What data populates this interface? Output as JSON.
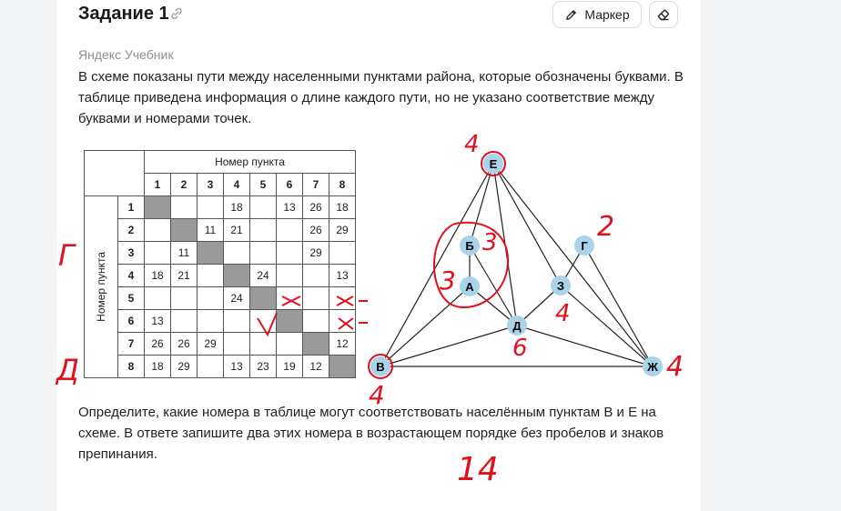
{
  "task": {
    "title": "Задание 1",
    "marker_label": "Маркер",
    "source": "Яндекс Учебник",
    "intro": "В схеме показаны пути между населенными пунктами района, которые обозначены буквами. В таблице приведена информация о длине каждого пути, но не указано соответствие между буквами и номерами точек.",
    "question": "Определите, какие номера в таблице могут соответствовать населённым пунктам В и Е на схеме. В ответе запишите два этих номера в возрастающем порядке без пробелов и знаков препинания."
  },
  "table": {
    "col_header": "Номер пункта",
    "row_header": "Номер пункта",
    "numbers": [
      "1",
      "2",
      "3",
      "4",
      "5",
      "6",
      "7",
      "8"
    ],
    "rows": [
      [
        "",
        "",
        "",
        "18",
        "",
        "13",
        "26",
        "18"
      ],
      [
        "",
        "",
        "11",
        "21",
        "",
        "",
        "26",
        "29"
      ],
      [
        "",
        "11",
        "",
        "",
        "",
        "",
        "29",
        ""
      ],
      [
        "18",
        "21",
        "",
        "",
        "24",
        "",
        "",
        "13"
      ],
      [
        "",
        "",
        "",
        "24",
        "",
        "",
        "",
        ""
      ],
      [
        "13",
        "",
        "",
        "",
        "",
        "",
        "",
        ""
      ],
      [
        "26",
        "26",
        "29",
        "",
        "",
        "",
        "",
        "12"
      ],
      [
        "18",
        "29",
        "",
        "13",
        "23",
        "19",
        "12",
        ""
      ]
    ]
  },
  "graph": {
    "node_color": "#a9d3e8",
    "nodes": [
      "Е",
      "Б",
      "А",
      "Г",
      "З",
      "Д",
      "В",
      "Ж"
    ]
  },
  "annotations": {
    "ink_color": "#e0101c",
    "e_label": "4",
    "b_label": "3",
    "a_label": "3",
    "g_label": "2",
    "z_label": "4",
    "d_label": "6",
    "v_label": "4",
    "zh_label": "4",
    "row_g": "Г",
    "row_d": "Д",
    "answer": "14"
  }
}
